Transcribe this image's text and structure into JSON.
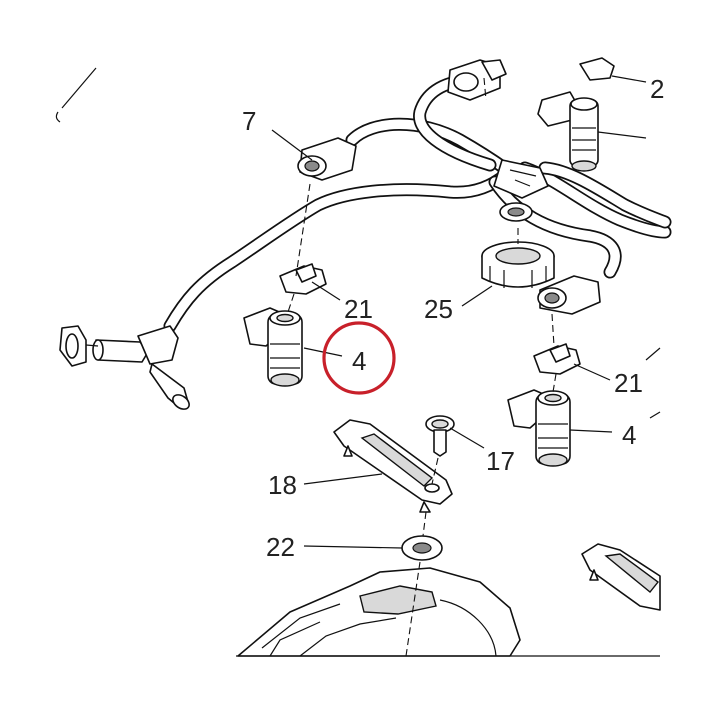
{
  "labels": {
    "c7": "7",
    "c21_left": "21",
    "c4_highlight": "4",
    "c25": "25",
    "c21_right": "21",
    "c4_right": "4",
    "c17": "17",
    "c18": "18",
    "c22": "22",
    "c_edge_top": "2"
  },
  "colors": {
    "highlight_circle": "#c8202a",
    "line": "#111111"
  }
}
